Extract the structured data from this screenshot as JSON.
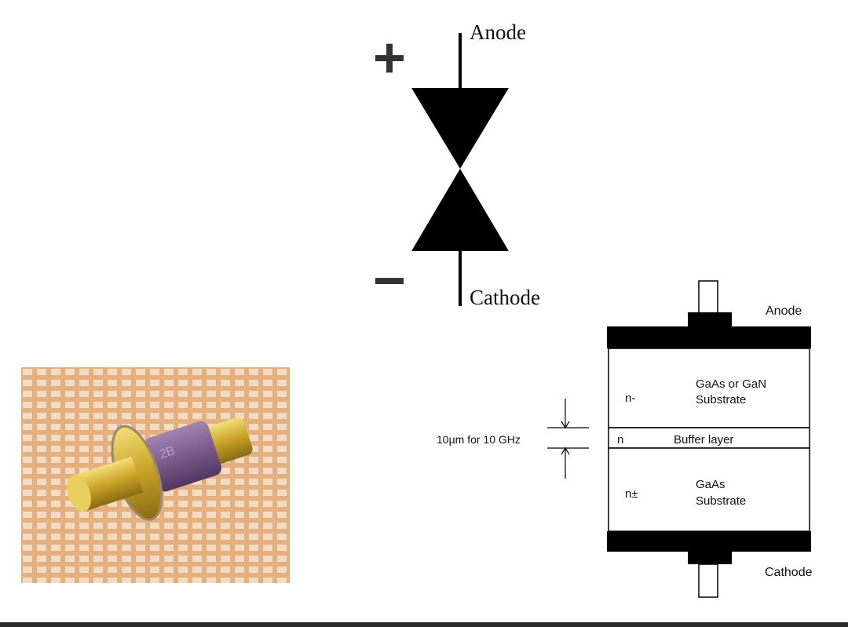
{
  "symbol": {
    "anode_label": "Anode",
    "cathode_label": "Cathode",
    "plus_sign": "+",
    "minus_sign": "−"
  },
  "photo": {
    "description_icon": "diode-photo"
  },
  "cross_section": {
    "anode_label": "Anode",
    "cathode_label": "Cathode",
    "dimension_label": "10µm for 10 GHz",
    "layers": [
      {
        "doping": "n-",
        "material_line1": "GaAs or GaN",
        "material_line2": "Substrate"
      },
      {
        "doping": "n",
        "material_line1": "Buffer layer",
        "material_line2": ""
      },
      {
        "doping": "n±",
        "material_line1": "GaAs",
        "material_line2": "Substrate"
      }
    ]
  },
  "colors": {
    "ink": "#000000",
    "photo_gold": "#c9a227",
    "photo_purple": "#7b5a8c",
    "photo_background": "#e8b98a"
  }
}
